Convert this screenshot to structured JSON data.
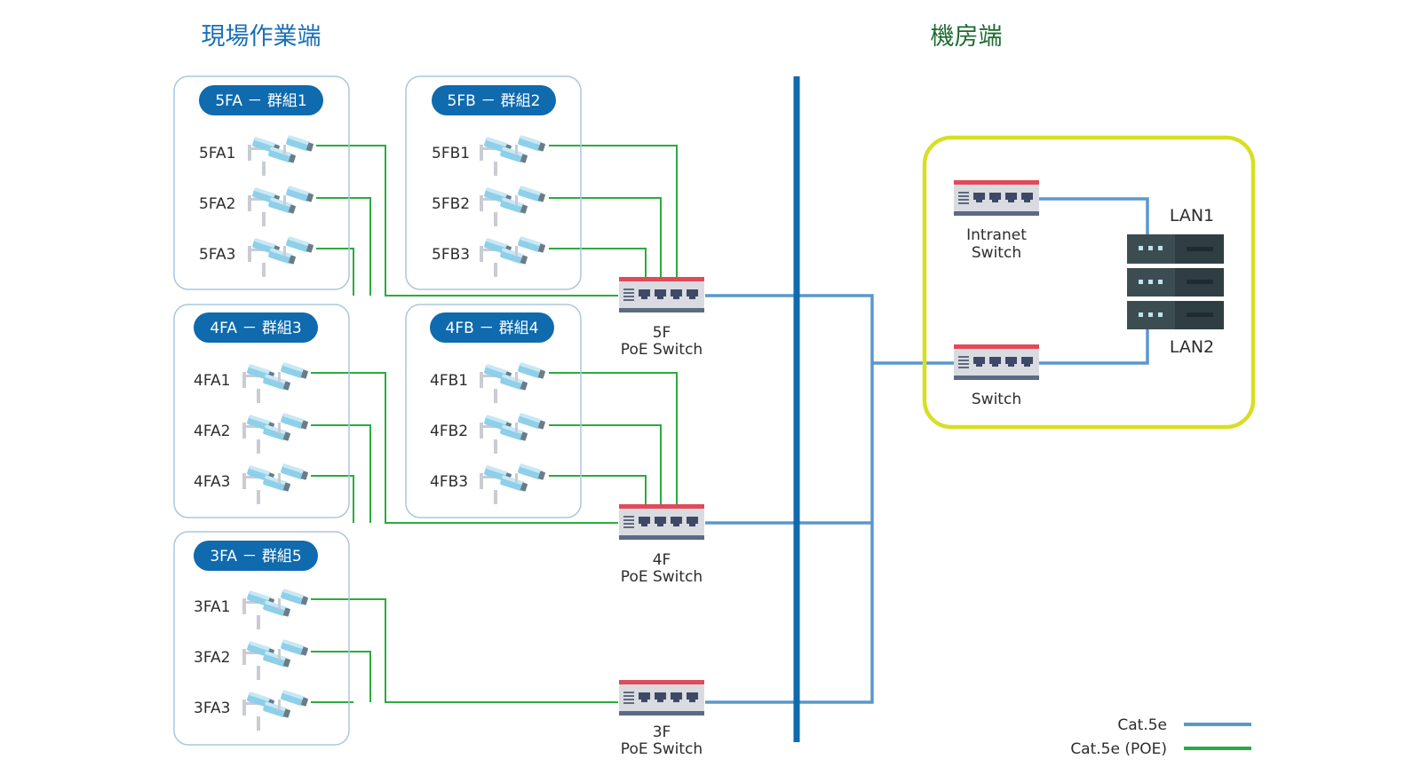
{
  "sections": {
    "field_title": "現場作業端",
    "server_title": "機房端"
  },
  "groups": [
    {
      "label": "5FA － 群組1",
      "cameras": [
        "5FA1",
        "5FA2",
        "5FA3"
      ]
    },
    {
      "label": "5FB － 群組2",
      "cameras": [
        "5FB1",
        "5FB2",
        "5FB3"
      ]
    },
    {
      "label": "4FA － 群組3",
      "cameras": [
        "4FA1",
        "4FA2",
        "4FA3"
      ]
    },
    {
      "label": "4FB － 群組4",
      "cameras": [
        "4FB1",
        "4FB2",
        "4FB3"
      ]
    },
    {
      "label": "3FA － 群組5",
      "cameras": [
        "3FA1",
        "3FA2",
        "3FA3"
      ]
    }
  ],
  "poe_switches": [
    {
      "floor": "5F",
      "label": "PoE Switch"
    },
    {
      "floor": "4F",
      "label": "PoE Switch"
    },
    {
      "floor": "3F",
      "label": "PoE Switch"
    }
  ],
  "server_room": {
    "intranet_switch": {
      "line1": "Intranet",
      "line2": "Switch"
    },
    "switch": {
      "label": "Switch"
    },
    "lan1": "LAN1",
    "lan2": "LAN2"
  },
  "legend": {
    "items": [
      {
        "label": "Cat.5e",
        "color": "#5b97cc"
      },
      {
        "label": "Cat.5e (POE)",
        "color": "#2bab3f"
      }
    ]
  },
  "colors": {
    "title_blue": "#1a6fb5",
    "title_green": "#1e6b33",
    "backbone": "#0f6aae",
    "cat5e": "#5b97cc",
    "cat5e_poe": "#2bab3f",
    "group_pill": "#0f6aae",
    "group_border": "#a9c8dd",
    "server_room_border": "#d7df23",
    "switch_red": "#e04a5a",
    "switch_body": "#d9dbe0",
    "server_dark": "#3c4d52"
  }
}
